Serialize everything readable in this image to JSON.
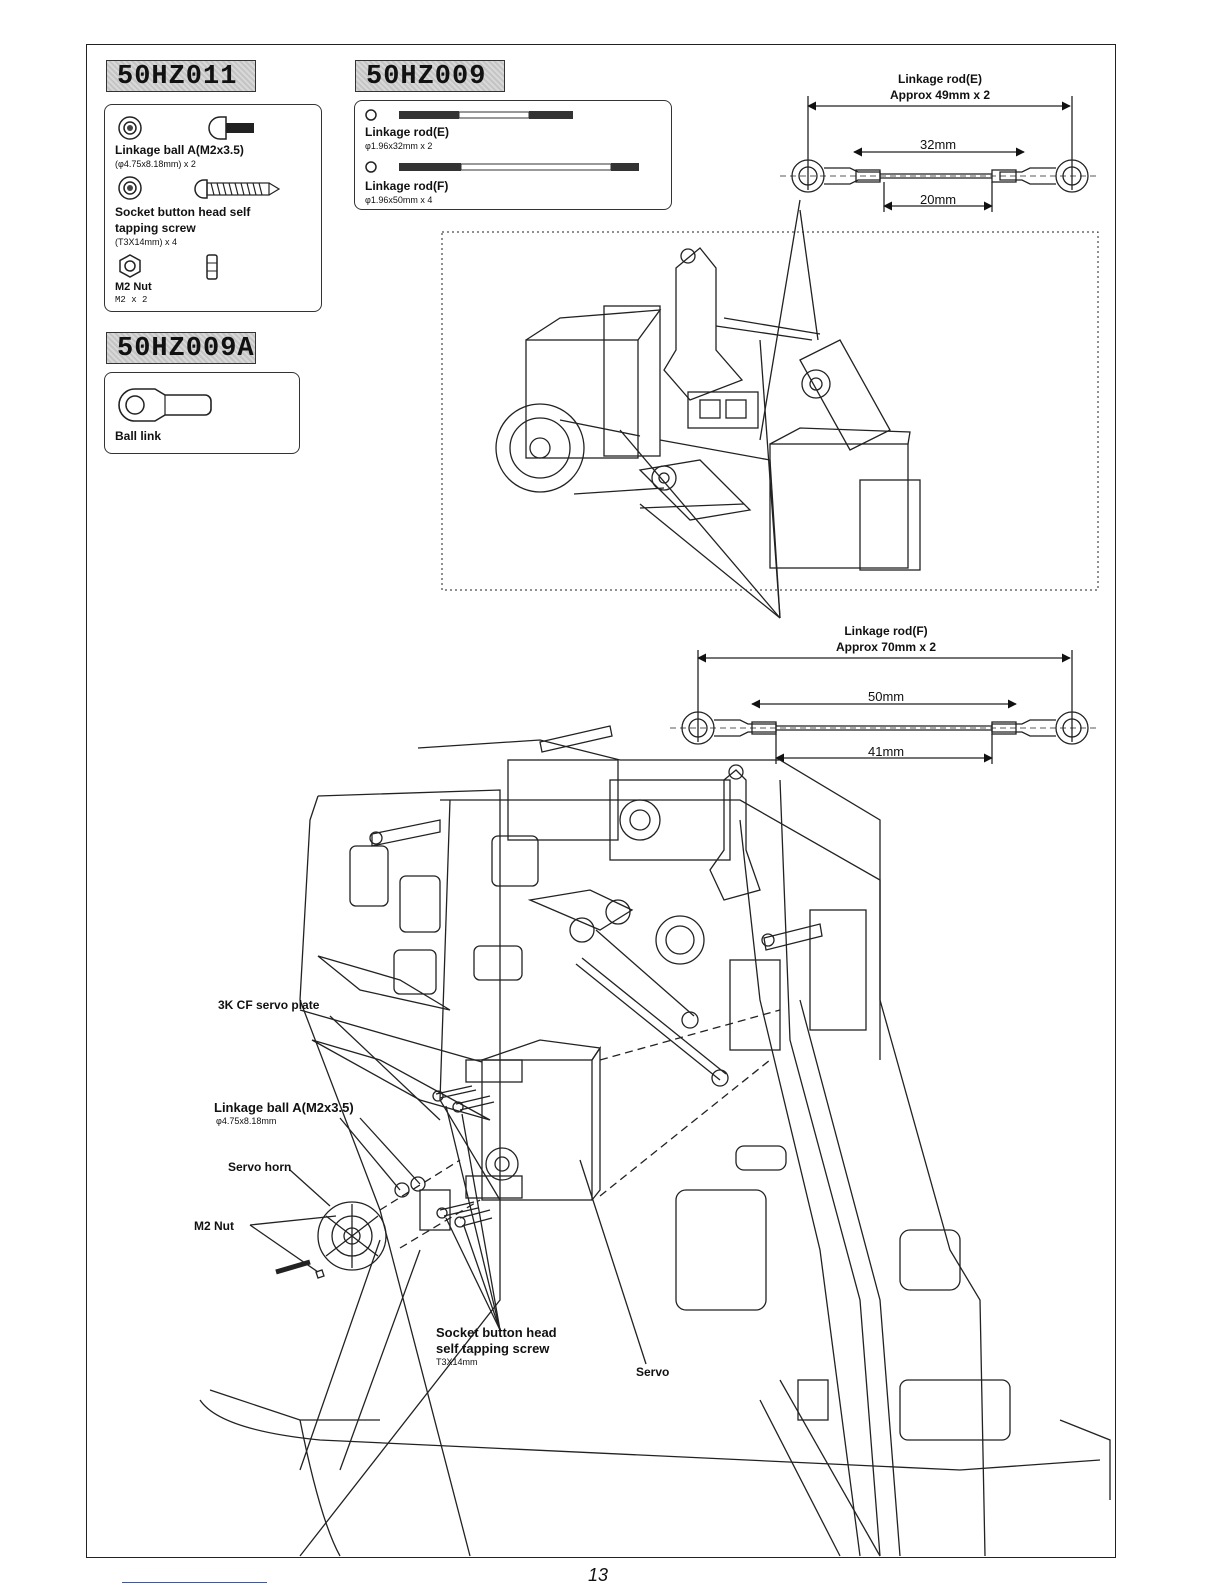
{
  "page": {
    "number": "13"
  },
  "parts": {
    "p1": {
      "code": "50HZ011",
      "ball_label": "Linkage ball A(M2x3.5)",
      "ball_spec": "(φ4.75x8.18mm) x 2",
      "screw_label_1": "Socket button head self",
      "screw_label_2": "tapping screw",
      "screw_spec": "(T3X14mm) x 4",
      "nut_label": "M2 Nut",
      "nut_spec": "M2 x 2"
    },
    "p2": {
      "code": "50HZ009",
      "rod_e_label": "Linkage rod(E)",
      "rod_e_spec": "φ1.96x32mm x 2",
      "rod_f_label": "Linkage rod(F)",
      "rod_f_spec": "φ1.96x50mm x 4"
    },
    "p3": {
      "code": "50HZ009A",
      "ball_link_label": "Ball link"
    }
  },
  "rod_e_dims": {
    "title_1": "Linkage rod(E)",
    "title_2": "Approx 49mm x 2",
    "inner_1": "32mm",
    "inner_2": "20mm"
  },
  "rod_f_dims": {
    "title_1": "Linkage rod(F)",
    "title_2": "Approx 70mm x 2",
    "inner_1": "50mm",
    "inner_2": "41mm"
  },
  "callouts": {
    "servo_plate": "3K CF servo plate",
    "linkage_ball": "Linkage ball A(M2x3.5)",
    "linkage_ball_spec": "φ4.75x8.18mm",
    "servo_horn": "Servo horn",
    "m2_nut": "M2 Nut",
    "screw_1": "Socket button head",
    "screw_2": "self tapping screw",
    "screw_spec": "T3X14mm",
    "servo": "Servo"
  },
  "icons": [
    "washer-icon",
    "linkage-ball-icon",
    "tapping-screw-icon",
    "m2-nut-icon",
    "rod-icon",
    "ball-link-icon"
  ]
}
